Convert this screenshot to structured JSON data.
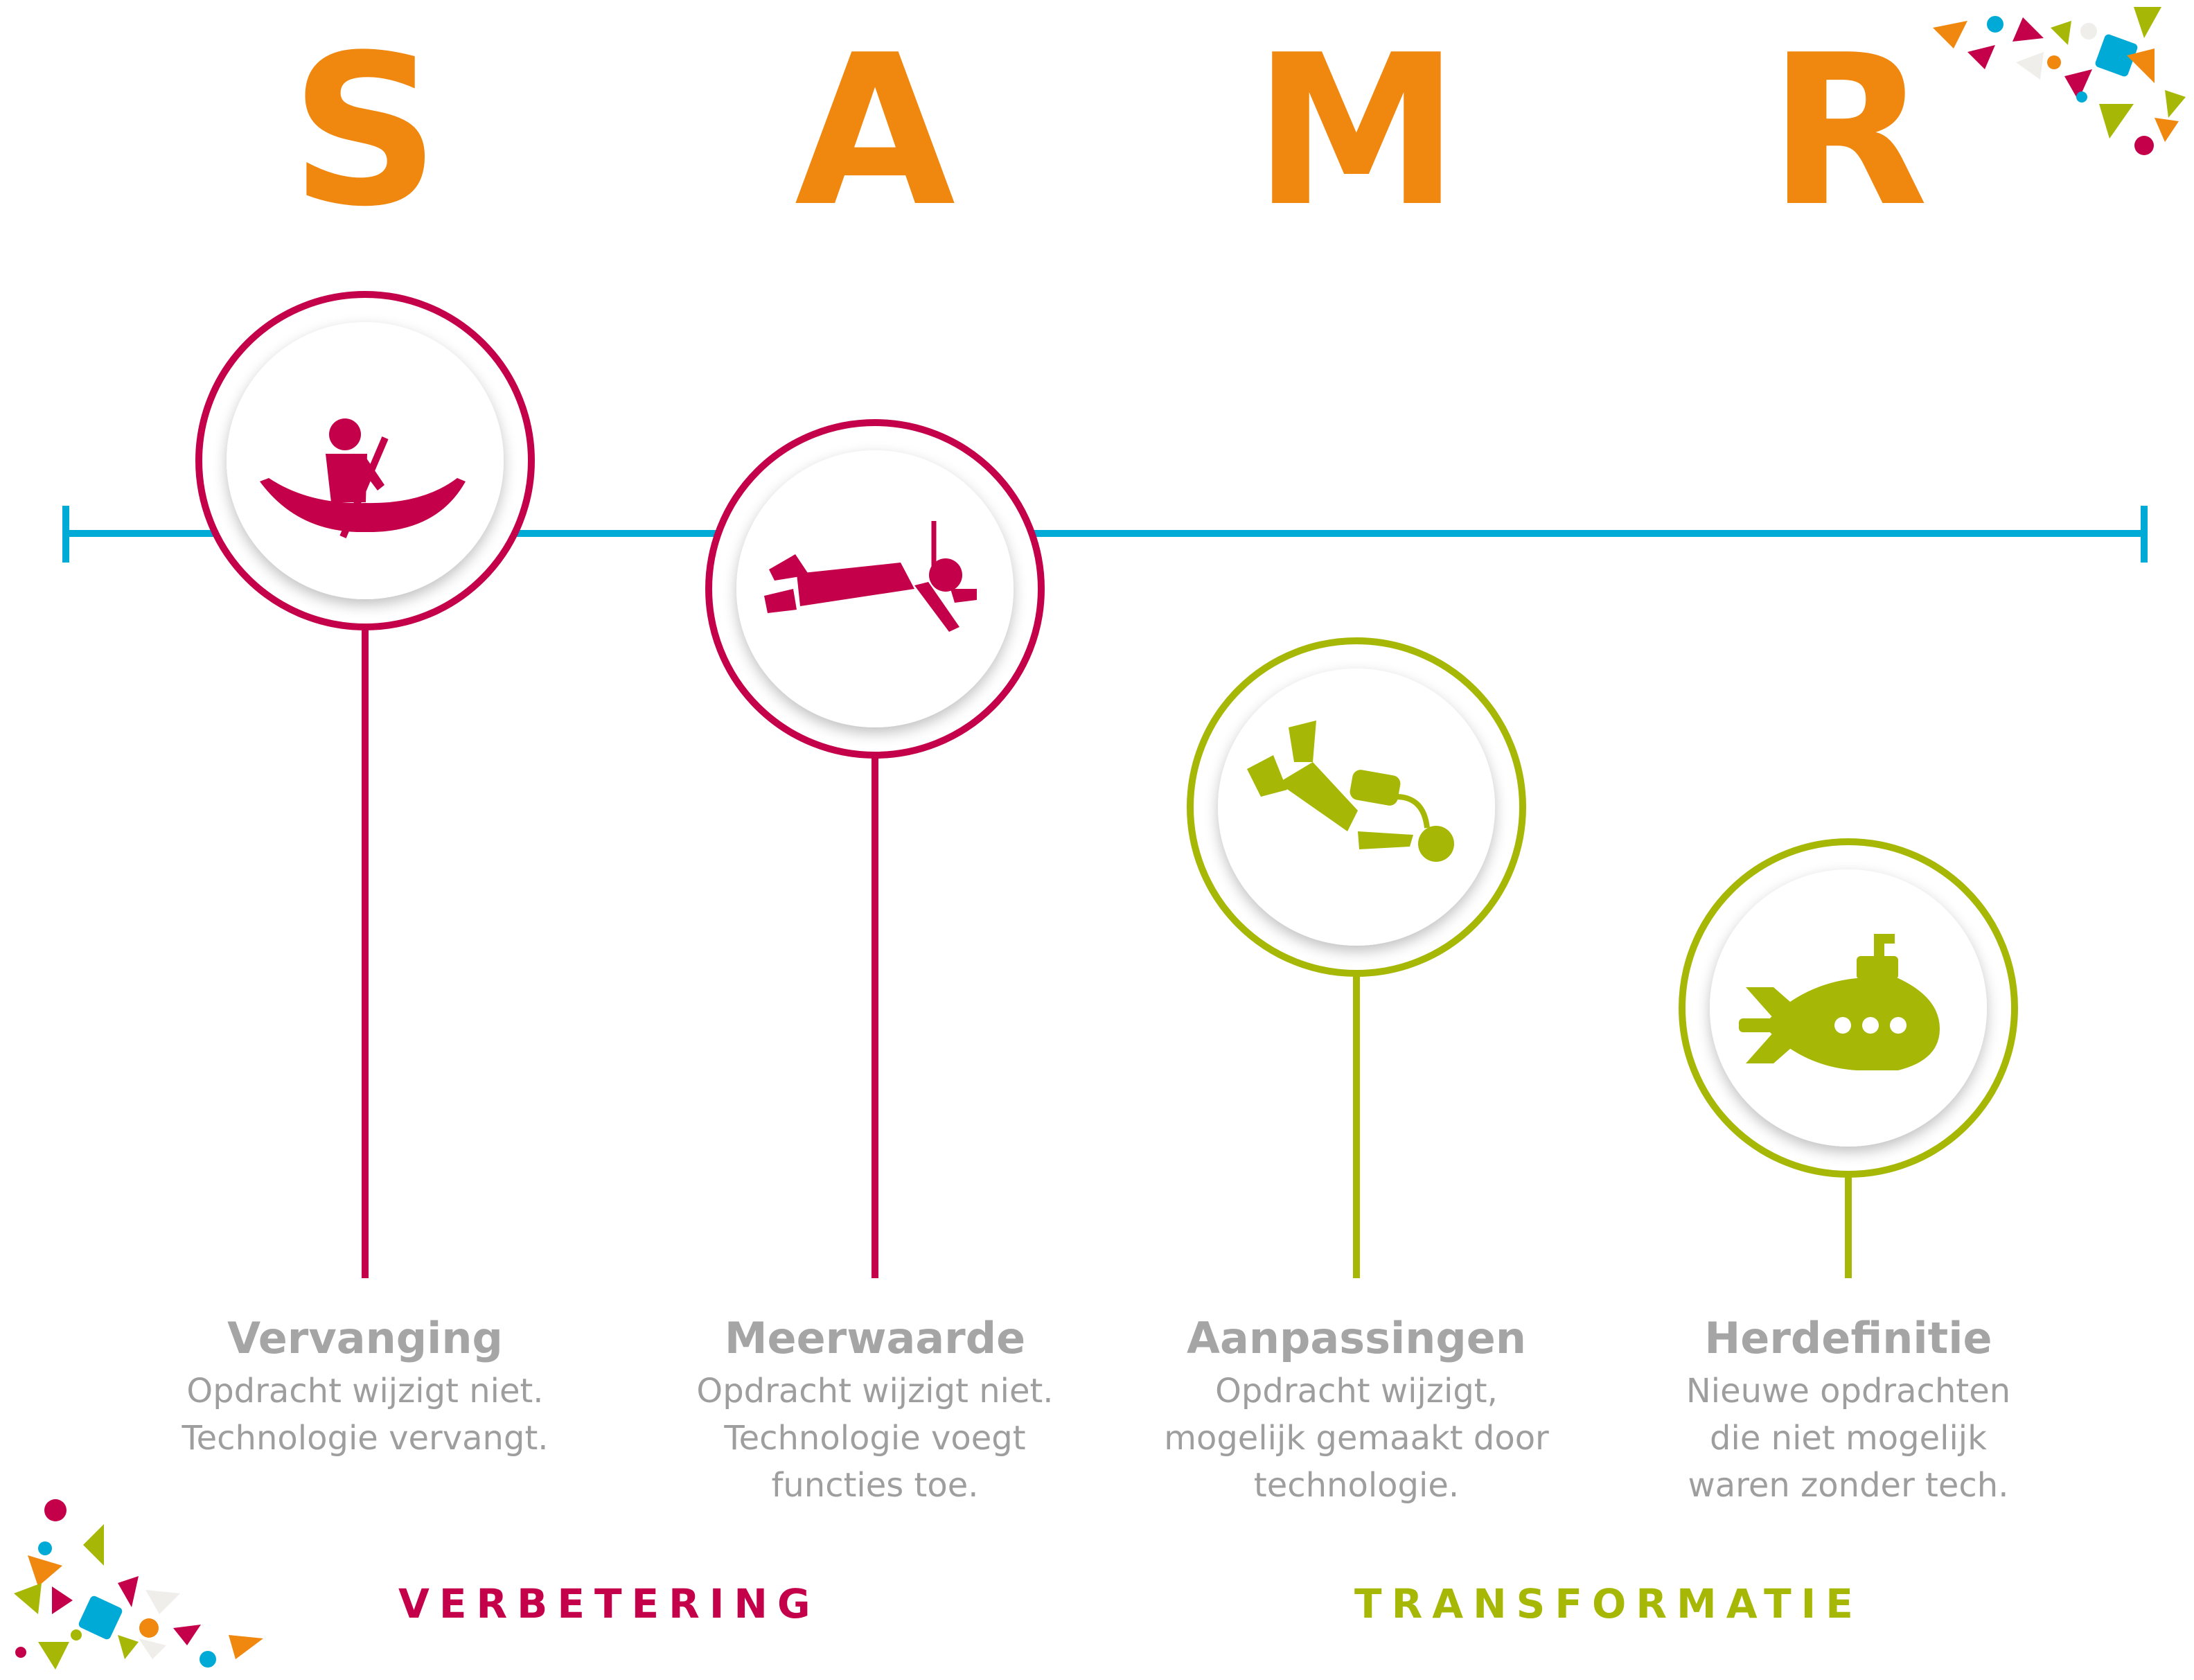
{
  "colors": {
    "letters": "#f0870f",
    "enhancement": "#c4004a",
    "transformation": "#a6b805",
    "axis": "#00aad7",
    "heading_text": "#a5a5a5",
    "body_text": "#9e9e9e",
    "confetti": [
      "#f0870f",
      "#c4004a",
      "#a6b805",
      "#00aad7",
      "#efeeea"
    ]
  },
  "letters": [
    {
      "char": "S"
    },
    {
      "char": "A"
    },
    {
      "char": "M"
    },
    {
      "char": "R"
    }
  ],
  "stages": [
    {
      "title": "Vervanging",
      "lines": [
        "Opdracht wijzigt niet.",
        "Technologie vervangt."
      ],
      "icon": "canoe-paddler-icon",
      "group": "enhancement"
    },
    {
      "title": "Meerwaarde",
      "lines": [
        "Opdracht wijzigt niet.",
        "Technologie voegt",
        "functies toe."
      ],
      "icon": "snorkeler-icon",
      "group": "enhancement"
    },
    {
      "title": "Aanpassingen",
      "lines": [
        "Opdracht wijzigt,",
        "mogelijk gemaakt door",
        "technologie."
      ],
      "icon": "scuba-diver-icon",
      "group": "transformation"
    },
    {
      "title": "Herdefinitie",
      "lines": [
        "Nieuwe opdrachten",
        "die niet mogelijk",
        "waren zonder tech."
      ],
      "icon": "submarine-icon",
      "group": "transformation"
    }
  ],
  "categories": {
    "enhancement": "VERBETERING",
    "transformation": "TRANSFORMATIE"
  }
}
